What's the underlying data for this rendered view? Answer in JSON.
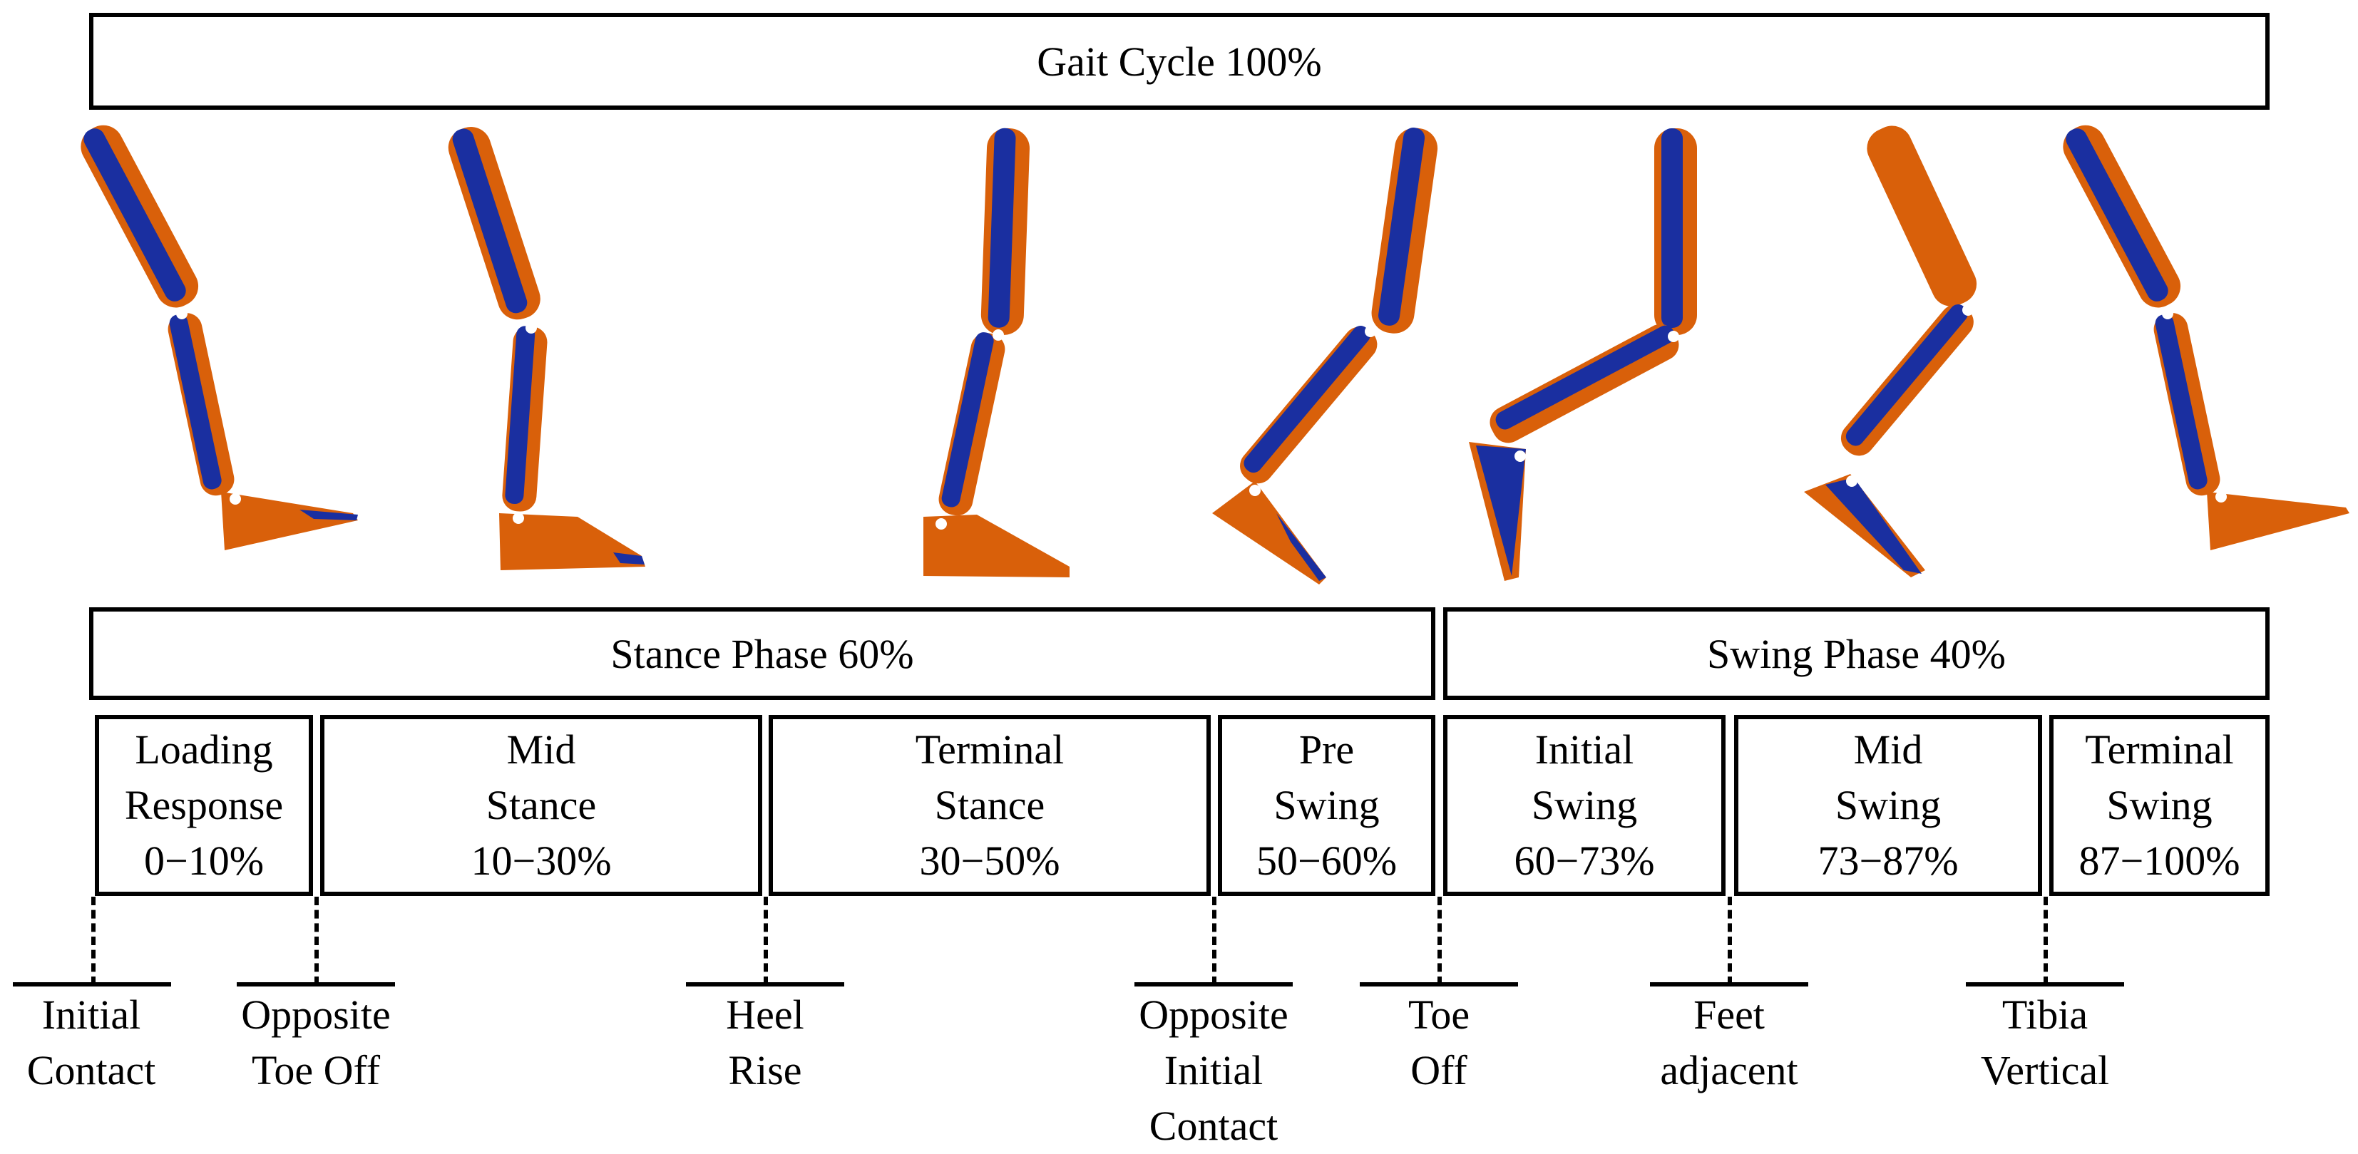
{
  "gait_cycle": {
    "label": "Gait Cycle 100%"
  },
  "phases": [
    {
      "label": "Stance Phase 60%"
    },
    {
      "label": "Swing Phase 40%"
    }
  ],
  "subphases": [
    {
      "lines": [
        "Loading",
        "Response",
        "0−10%"
      ]
    },
    {
      "lines": [
        "Mid",
        "Stance",
        "10−30%"
      ]
    },
    {
      "lines": [
        "Terminal",
        "Stance",
        "30−50%"
      ]
    },
    {
      "lines": [
        "Pre",
        "Swing",
        "50−60%"
      ]
    },
    {
      "lines": [
        "Initial",
        "Swing",
        "60−73%"
      ]
    },
    {
      "lines": [
        "Mid",
        "Swing",
        "73−87%"
      ]
    },
    {
      "lines": [
        "Terminal",
        "Swing",
        "87−100%"
      ]
    }
  ],
  "events": [
    {
      "lines": [
        "Initial",
        "Contact"
      ]
    },
    {
      "lines": [
        "Opposite",
        "Toe Off"
      ]
    },
    {
      "lines": [
        "Heel",
        "Rise"
      ]
    },
    {
      "lines": [
        "Opposite",
        "Initial",
        "Contact"
      ]
    },
    {
      "lines": [
        "Toe",
        "Off"
      ]
    },
    {
      "lines": [
        "Feet",
        "adjacent"
      ]
    },
    {
      "lines": [
        "Tibia",
        "Vertical"
      ]
    }
  ],
  "colors": {
    "orange": "#d9600a",
    "blue": "#1a2fa0",
    "joint": "#ffffff"
  },
  "leg_poses": [
    "initial-contact",
    "loading-response",
    "mid-stance",
    "terminal-stance",
    "pre-swing",
    "initial-swing",
    "mid-swing",
    "terminal-swing"
  ]
}
